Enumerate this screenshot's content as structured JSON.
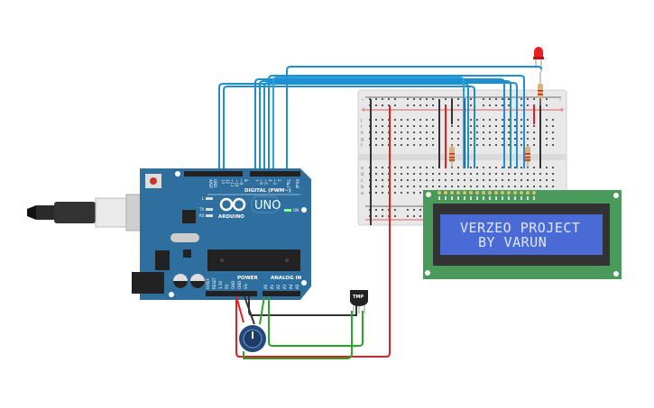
{
  "lcd": {
    "line1": "VERZEO PROJECT",
    "line2": "BY VARUN",
    "backlight_color": "#4a6bd6",
    "board_color": "#4a9a5c"
  },
  "arduino": {
    "brand": "ARDUINO",
    "model": "UNO",
    "digital_label": "DIGITAL (PWM~)",
    "power_label": "POWER",
    "analog_label": "ANALOG IN",
    "on_label": "ON",
    "led_labels": [
      "L",
      "TX",
      "RX"
    ],
    "top_pins": [
      "AREF",
      "GND",
      "13",
      "12",
      "~11",
      "~10",
      "~9",
      "8",
      "7",
      "~6",
      "~5",
      "4",
      "~3",
      "2",
      "TX▸1",
      "RX◂0"
    ],
    "power_pins": [
      "IOREF",
      "RESET",
      "3.3V",
      "5V",
      "GND",
      "GND",
      "Vin"
    ],
    "analog_pins": [
      "A0",
      "A1",
      "A2",
      "A3",
      "A4",
      "A5"
    ],
    "board_color": "#2f6f9f"
  },
  "sensor": {
    "label": "TMP"
  },
  "breadboard": {
    "row_letters_top": [
      "j",
      "i",
      "h",
      "g",
      "f"
    ],
    "row_letters_bottom": [
      "e",
      "d",
      "c",
      "b",
      "a"
    ],
    "rail_minus": "-",
    "rail_plus": "+"
  },
  "colors": {
    "wire_signal": "#1e90d0",
    "wire_power": "#e02020",
    "wire_ground": "#333333",
    "wire_analog": "#2aa52a",
    "led": "#e82020"
  }
}
